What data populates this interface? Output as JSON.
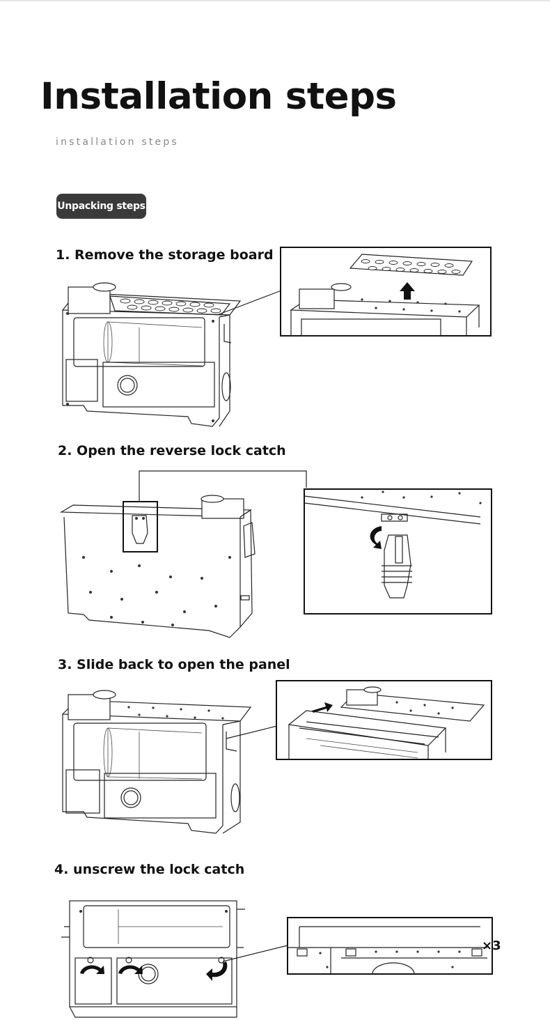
{
  "header": {
    "title": "Installation steps",
    "subtitle": "installation steps"
  },
  "badge": {
    "label": "Unpacking steps"
  },
  "steps": [
    {
      "label": "1. Remove the storage board"
    },
    {
      "label": "2. Open the reverse lock catch"
    },
    {
      "label": "3. Slide back to open the panel"
    },
    {
      "label": "4. unscrew the lock catch"
    }
  ],
  "callout": {
    "count_label": "×3"
  },
  "icons": [
    "arrow-up-icon",
    "curved-arrow-icon",
    "arrow-right-icon"
  ]
}
